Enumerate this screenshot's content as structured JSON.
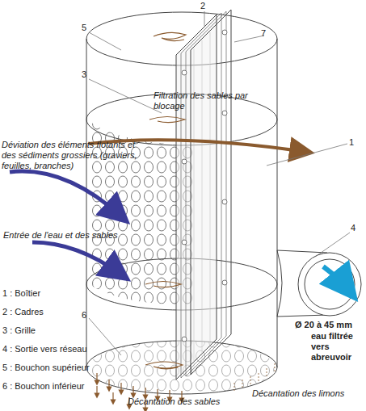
{
  "diagram": {
    "labels": [
      "2",
      "7",
      "5",
      "3",
      "Filtration des sables par blocage",
      "Déviation des éléments flotants et des sédiments grossiers (graviers, feuilles, branches)",
      "1",
      "Entrée de l'eau et des sables",
      "4",
      "Ø 20 à 45 mm",
      "eau filtrée vers abreuvoir",
      "1 : Boîtier",
      "2 : Cadres",
      "3 : Grille",
      "4 : Sortie vers réseau",
      "5 : Bouchon supérieur",
      "6 : Bouchon inférieur",
      "6",
      "Décantation des sables",
      "Décantation des limons"
    ]
  }
}
